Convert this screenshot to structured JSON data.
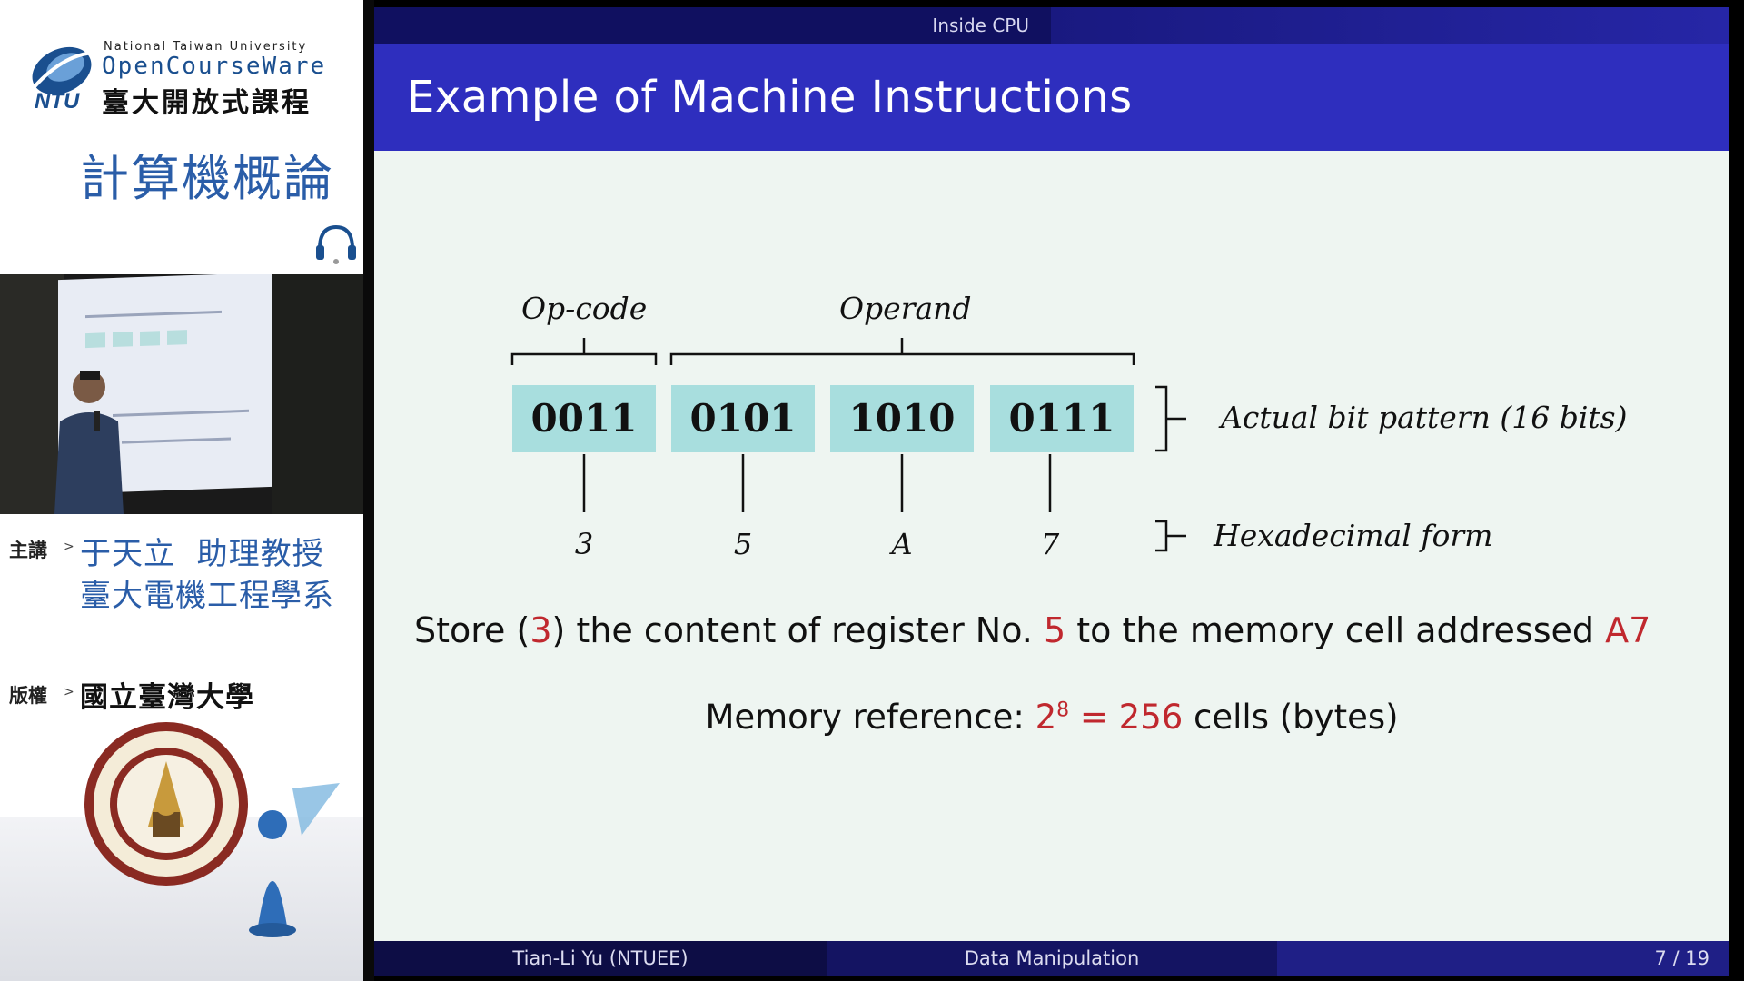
{
  "sidebar": {
    "ocw_university": "National Taiwan University",
    "ocw_name": "OpenCourseWare",
    "ocw_chinese": "臺大開放式課程",
    "ntu_short": "NTU",
    "course_title": "計算機概論",
    "lecturer_label": "主講",
    "lecturer_name": "于天立  助理教授",
    "lecturer_dept": "臺大電機工程學系",
    "copyright_label": "版權",
    "copyright_org": "國立臺灣大學",
    "colors": {
      "brand_blue": "#2a5da8"
    }
  },
  "slide": {
    "section": "Inside CPU",
    "title": "Example of Machine Instructions",
    "opcode_label": "Op-code",
    "operand_label": "Operand",
    "bit_groups": [
      "0011",
      "0101",
      "1010",
      "0111"
    ],
    "hex_digits": [
      "3",
      "5",
      "A",
      "7"
    ],
    "bit_pattern_label": "Actual bit pattern (16 bits)",
    "hex_label": "Hexadecimal form",
    "statement": {
      "part1": "Store (",
      "opcode": "3",
      "part2": ") the content of register No. ",
      "register": "5",
      "part3": " to the memory cell addressed ",
      "address": "A7"
    },
    "memory_ref": {
      "prefix": "Memory reference: ",
      "base": "2",
      "exponent": "8",
      "equals": " = ",
      "value": "256",
      "suffix": " cells (bytes)"
    },
    "footer": {
      "author": "Tian-Li Yu  (NTUEE)",
      "topic": "Data Manipulation",
      "page": "7 / 19"
    },
    "colors": {
      "title_bar": "#2e2ebe",
      "bit_box": "#a8dede",
      "highlight": "#c0282e",
      "background": "#eef5f1"
    }
  }
}
